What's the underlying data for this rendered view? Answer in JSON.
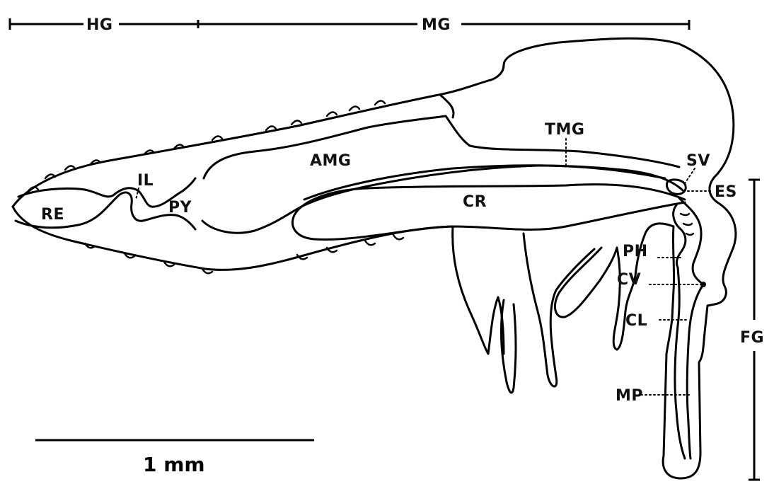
{
  "regions": {
    "hindgut": "HG",
    "midgut": "MG",
    "foregut": "FG"
  },
  "parts": {
    "rectum": "RE",
    "ileum": "IL",
    "pylorus": "PY",
    "anterior_midgut": "AMG",
    "crop": "CR",
    "thoracic_midgut": "TMG",
    "stomodeal_valve": "SV",
    "esophagus": "ES",
    "pharynx": "PH",
    "cibarial_valve": "CV",
    "cibarium": "CL",
    "mouthparts": "MP"
  },
  "scale": {
    "label": "1 mm"
  }
}
